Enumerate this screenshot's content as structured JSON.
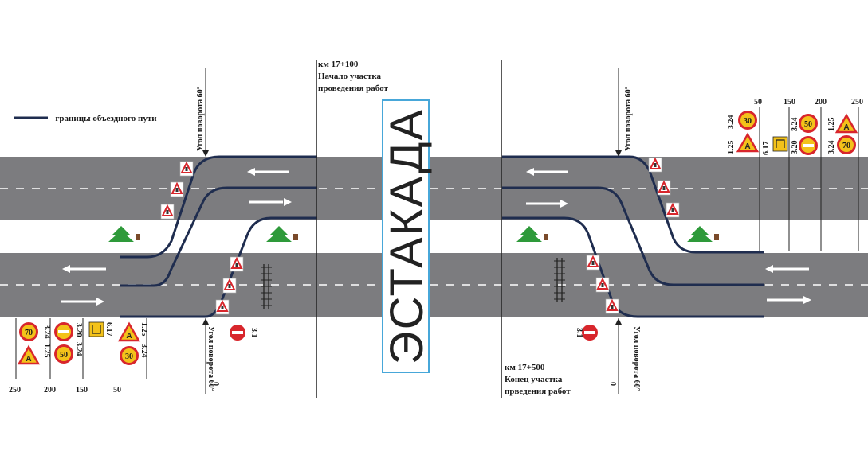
{
  "legend": {
    "label": "- границы объездного пути"
  },
  "overpass": {
    "label": "ЭСТАКАДА"
  },
  "markers": {
    "start_km": "км 17+100",
    "start_l1": "Начало участка",
    "start_l2": "проведения работ",
    "end_km": "км 17+500",
    "end_l1": "Конец участка",
    "end_l2": "прведения работ"
  },
  "turn_label": "Угол поворота 60°",
  "zero": "0",
  "left_distances": [
    "250",
    "200",
    "150",
    "50"
  ],
  "right_distances": [
    "50",
    "150",
    "200",
    "250"
  ],
  "sign_codes": {
    "c125": "1.25",
    "c324": "3.24",
    "c320": "3.20",
    "c617": "6.17",
    "c31": "3.1"
  },
  "speed": {
    "s30": "30",
    "s50": "50",
    "s70": "70"
  },
  "colors": {
    "road": "#7c7c7f",
    "detour": "#1f2d4f",
    "sign_red": "#d8262c",
    "sign_yellow": "#f3c21a",
    "tree": "#2e9a3a"
  }
}
